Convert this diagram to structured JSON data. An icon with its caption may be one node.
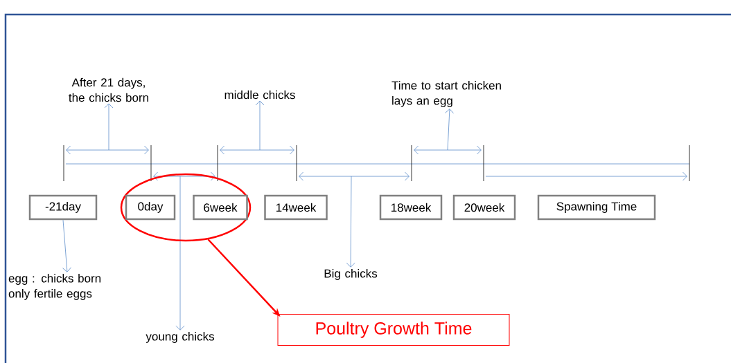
{
  "diagram": {
    "nodes": [
      {
        "text": [
          "-21day"
        ]
      },
      {
        "text": [],
        "shape": "ellipse"
      },
      {
        "text": [
          "0day"
        ],
        "in": 1
      },
      {
        "text": [
          "6week"
        ],
        "in": 1
      },
      {
        "text": [
          "14week"
        ]
      },
      {
        "text": [
          "18week"
        ]
      },
      {
        "text": [
          "20week"
        ]
      },
      {
        "text": [
          "Spawning Time"
        ]
      },
      {
        "text": [
          "After 21  days, the chicks born"
        ]
      },
      {
        "text": [
          "middle chicks"
        ]
      },
      {
        "text": [
          "Time to start chicken lays an egg"
        ]
      },
      {
        "text": [
          "egg : chicks born only fertile eggs"
        ]
      },
      {
        "text": [
          "young chicks"
        ]
      },
      {
        "text": [
          "Big chicks"
        ]
      },
      {
        "text": [
          "Poultry Growth Time"
        ]
      }
    ],
    "edges": [
      {
        "from": 0,
        "to": 11,
        "arrow": "to"
      },
      {
        "from": null,
        "to": 8,
        "arrow": "to"
      },
      {
        "from": null,
        "to": 9,
        "arrow": "to"
      },
      {
        "from": null,
        "to": 10,
        "arrow": "to"
      },
      {
        "from": 1,
        "to": 12,
        "arrow": "to"
      },
      {
        "from": null,
        "to": 13,
        "arrow": "to"
      },
      {
        "from": 1,
        "to": 14,
        "arrow": "to",
        "style": "thick",
        "color": "#ff0000"
      }
    ]
  }
}
